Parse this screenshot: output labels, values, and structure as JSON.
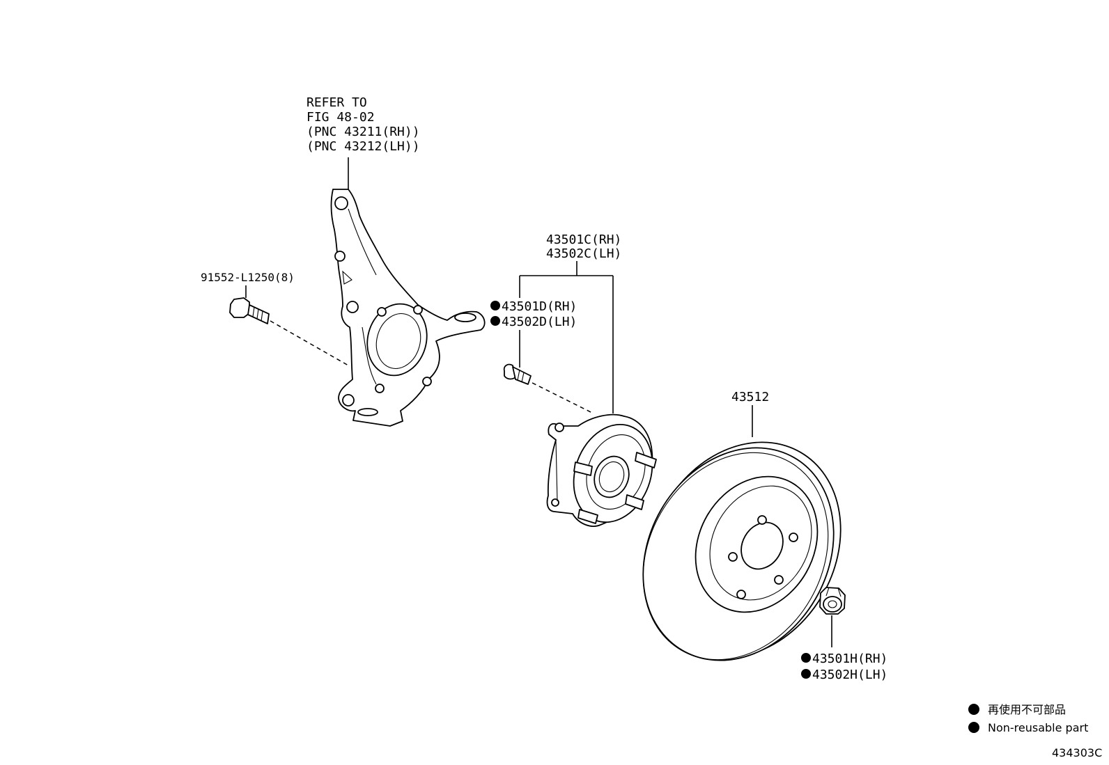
{
  "callouts": {
    "knuckle_ref": {
      "line1": "REFER TO",
      "line2": "FIG 48-02",
      "line3": "(PNC 43211(RH))",
      "line4": "(PNC 43212(LH))"
    },
    "bolt": "91552-L1250(8)",
    "hub_assy_rh": "43501C(RH)",
    "hub_assy_lh": "43502C(LH)",
    "hub_bolt_rh": "43501D(RH)",
    "hub_bolt_lh": "43502D(LH)",
    "rotor": "43512",
    "nut_rh": "43501H(RH)",
    "nut_lh": "43502H(LH)"
  },
  "legend": {
    "jp": "再使用不可部品",
    "en": "Non-reusable part"
  },
  "figure_code": "434303C"
}
